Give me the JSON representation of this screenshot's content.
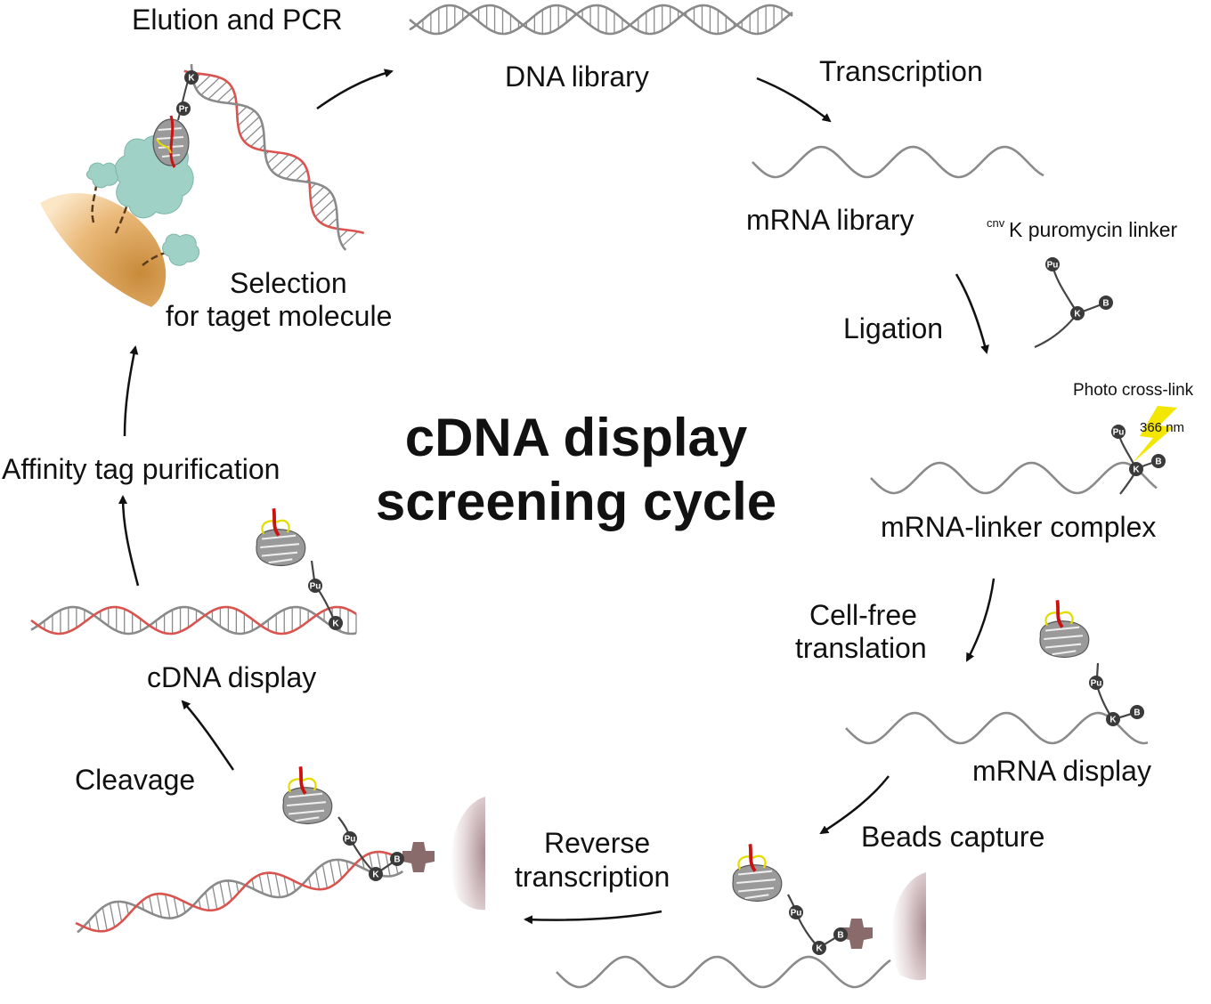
{
  "title": {
    "line1": "cDNA display",
    "line2": "screening cycle"
  },
  "steps": {
    "elution_pcr": "Elution and PCR",
    "dna_library": "DNA library",
    "transcription": "Transcription",
    "mrna_library": "mRNA library",
    "linker_prefix": "cnv",
    "linker": "K puromycin linker",
    "ligation": "Ligation",
    "photo_crosslink": "Photo cross-link",
    "wavelength": "366 nm",
    "mrna_linker_complex": "mRNA-linker complex",
    "cell_free_1": "Cell-free",
    "cell_free_2": "translation",
    "mrna_display": "mRNA display",
    "beads_capture": "Beads capture",
    "reverse_1": "Reverse",
    "reverse_2": "transcription",
    "cleavage": "Cleavage",
    "cdna_display": "cDNA display",
    "affinity": "Affinity tag purification",
    "selection_1": "Selection",
    "selection_2": "for taget molecule"
  },
  "node_letters": {
    "puromycin": "Pu",
    "cnvK": "K",
    "biotin": "B",
    "Pr": "Pr"
  },
  "colors": {
    "strand": "#8a8a8a",
    "rung": "#8a8a8a",
    "cdna": "#d9534f",
    "node": "#3a3a3a",
    "bolt": "#f3e600",
    "protein_yellow": "#e4dc00",
    "protein_red": "#cc1111",
    "bead": "#c9b8bb",
    "streptavidin": "#8a6b6b",
    "target": "#9fd1c6",
    "cell": "#e7b678"
  }
}
